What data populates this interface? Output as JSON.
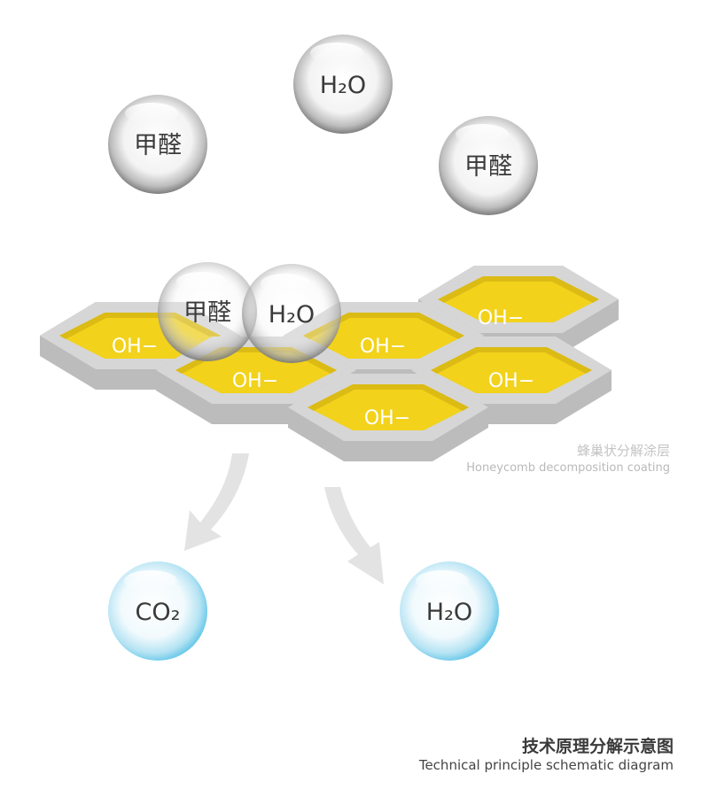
{
  "diagram": {
    "coating": {
      "label_cn": "蜂巢状分解涂层",
      "label_en": "Honeycomb decomposition coating",
      "cells": [
        "OH−",
        "OH−",
        "OH−",
        "OH−",
        "OH−",
        "OH−"
      ]
    },
    "molecules_in": [
      "H₂O",
      "甲醛",
      "甲醛",
      "甲醛",
      "H₂O"
    ],
    "molecules_out": [
      "CO₂",
      "H₂O"
    ]
  },
  "footer": {
    "title_cn": "技术原理分解示意图",
    "title_en": "Technical principle schematic diagram"
  },
  "colors": {
    "cell_fill": "#f2d21b",
    "frame_gray": "#d6d6d6",
    "arrow_gray": "#e3e3e3",
    "bubble_out_tint": "#7fd0ea"
  }
}
